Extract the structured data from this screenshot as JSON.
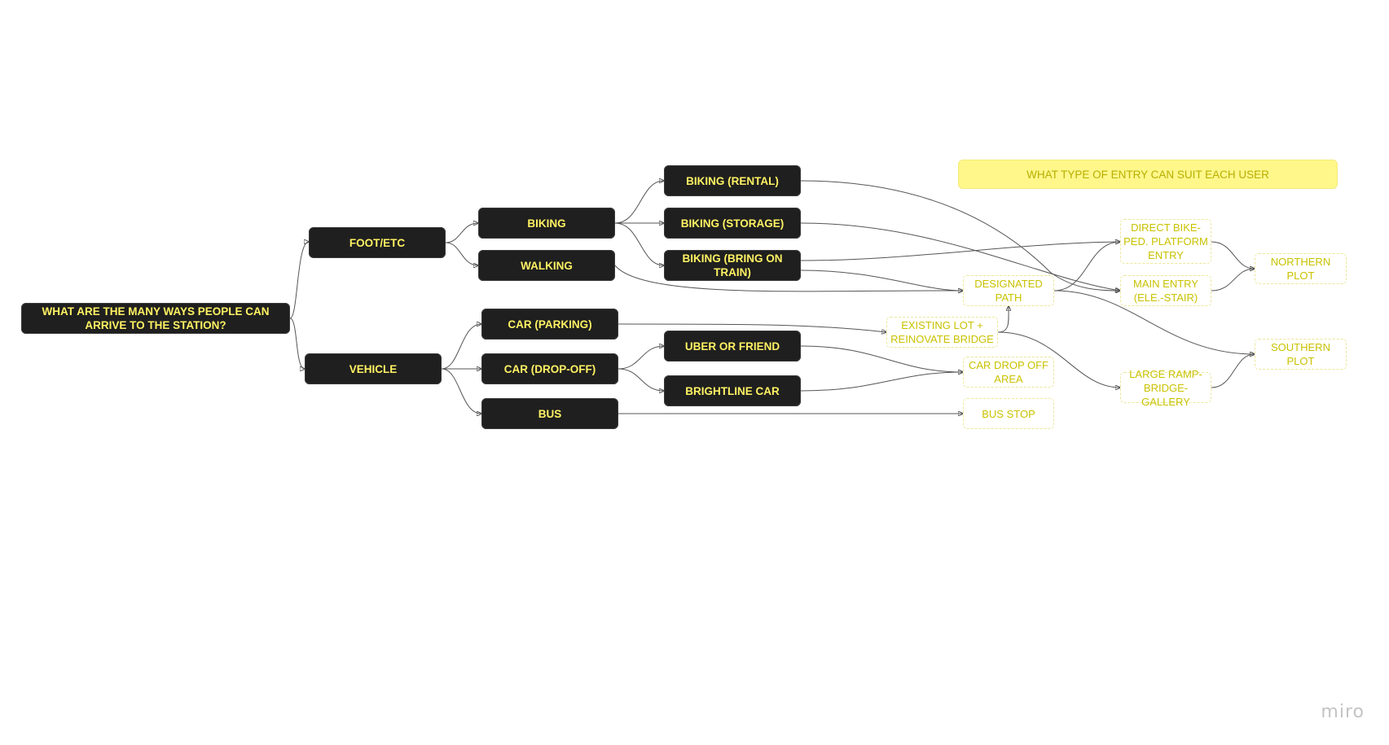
{
  "diagram": {
    "root": "WHAT ARE THE MANY WAYS PEOPLE CAN ARRIVE TO THE STATION?",
    "foot_etc": "FOOT/ETC",
    "vehicle": "VEHICLE",
    "biking": "BIKING",
    "walking": "WALKING",
    "car_parking": "CAR (PARKING)",
    "car_dropoff": "CAR (DROP-OFF)",
    "bus": "BUS",
    "biking_rental": "BIKING (RENTAL)",
    "biking_storage": "BIKING (STORAGE)",
    "biking_bring": "BIKING (BRING ON TRAIN)",
    "uber": "UBER OR FRIEND",
    "brightline": "BRIGHTLINE CAR",
    "banner": "WHAT TYPE OF ENTRY CAN SUIT EACH USER",
    "designated_path": "DESIGNATED PATH",
    "existing_lot": "EXISTING LOT + REINOVATE BRIDGE",
    "car_dropoff_area": "CAR DROP OFF AREA",
    "bus_stop": "BUS STOP",
    "direct_bike": "DIRECT BIKE-PED. PLATFORM ENTRY",
    "main_entry": "MAIN ENTRY (ELE.-STAIR)",
    "large_ramp": "LARGE RAMP-BRIDGE-GALLERY",
    "northern_plot": "NORTHERN PLOT",
    "southern_plot": "SOUTHERN PLOT"
  },
  "colors": {
    "node_dark": "#1f1f1f",
    "node_text": "#fff263",
    "light_text": "#c9c200",
    "banner_fill": "#fff78a",
    "edge": "#555555"
  },
  "brand": {
    "logo": "miro"
  }
}
